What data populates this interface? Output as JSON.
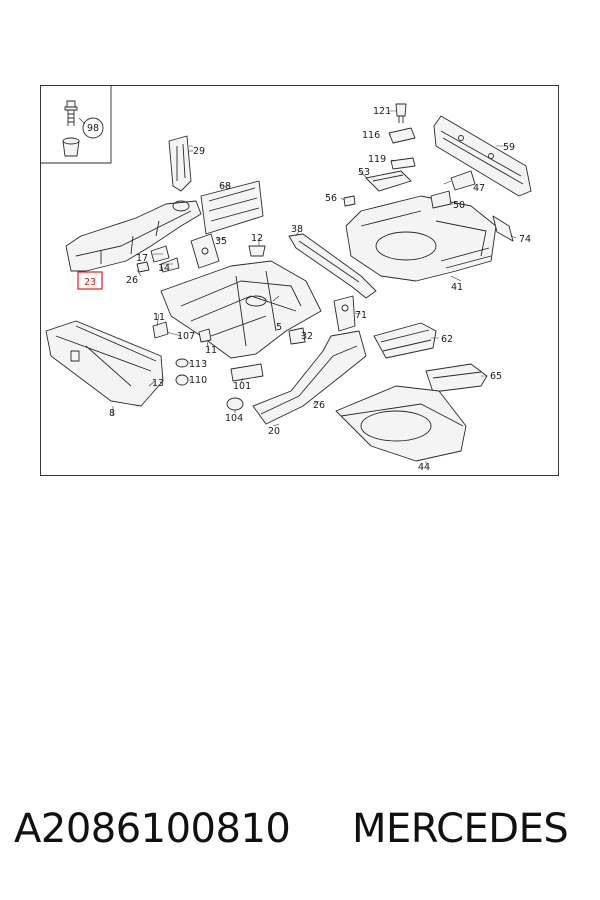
{
  "diagram": {
    "inset_label": "98",
    "highlighted_label": "23",
    "labels": {
      "l121": "121",
      "l116": "116",
      "l119": "119",
      "l53": "53",
      "l47": "47",
      "l59": "59",
      "l56": "56",
      "l50": "50",
      "l74": "74",
      "l29": "29",
      "l68": "68",
      "l35": "35",
      "l12": "12",
      "l38": "38",
      "l17": "17",
      "l14": "14",
      "l26a": "26",
      "l41": "41",
      "l11a": "11",
      "l5": "5",
      "l71": "71",
      "l107": "107",
      "l11b": "11",
      "l32": "32",
      "l62": "62",
      "l13": "13",
      "l113": "113",
      "l110": "110",
      "l101": "101",
      "l65": "65",
      "l8": "8",
      "l104": "104",
      "l26b": "26",
      "l20": "20",
      "l44": "44"
    }
  },
  "footer": {
    "part_number": "A2086100810",
    "brand": "MERCEDES"
  }
}
